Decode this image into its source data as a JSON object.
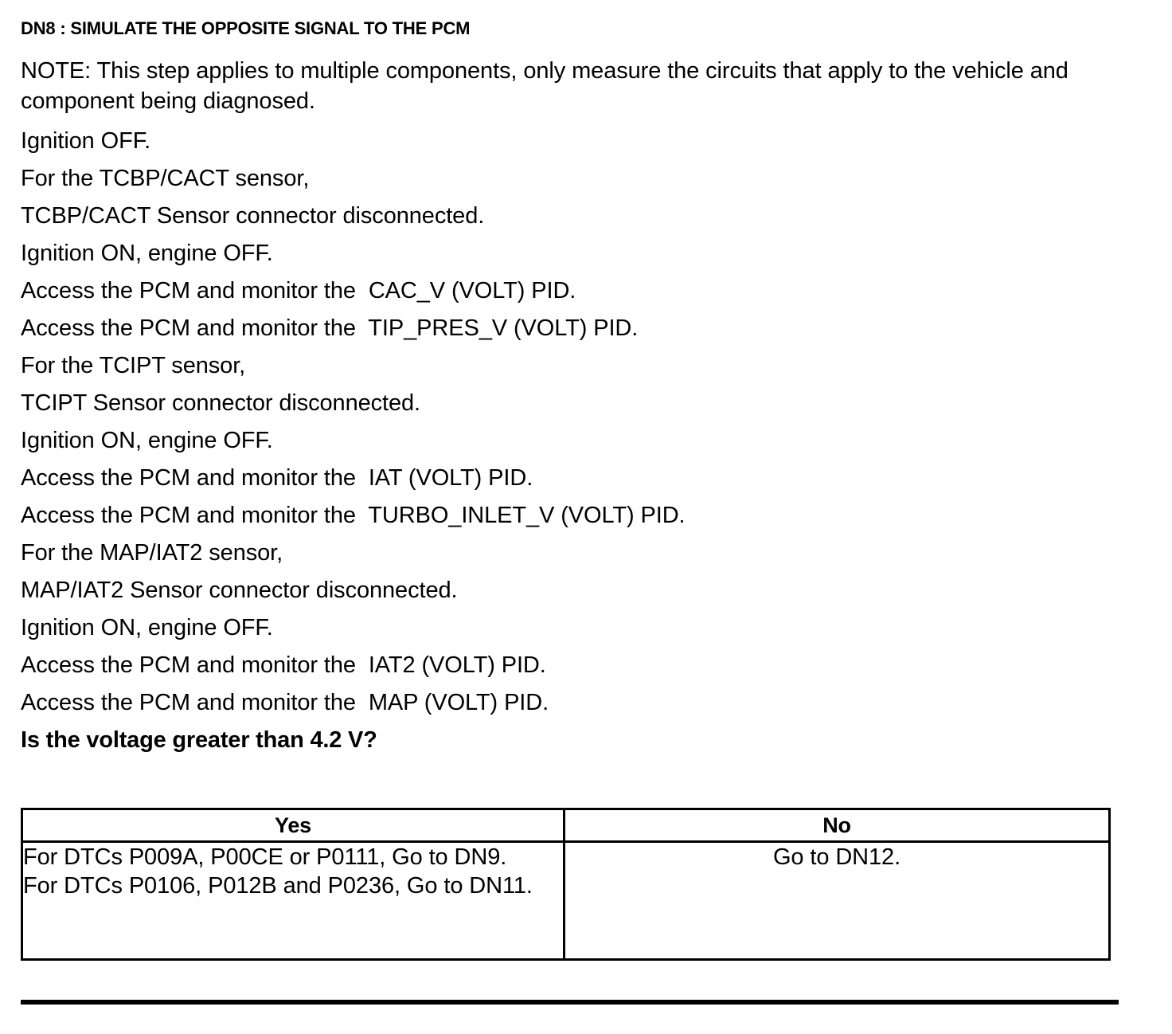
{
  "document": {
    "step_heading": "DN8 : SIMULATE THE OPPOSITE SIGNAL TO THE PCM",
    "note": "NOTE: This step applies to multiple components, only measure the circuits that apply to the vehicle and component being diagnosed.",
    "steps": [
      "Ignition OFF.",
      "For the TCBP/CACT sensor,",
      "TCBP/CACT Sensor connector disconnected.",
      "Ignition ON, engine OFF.",
      "Access the PCM and monitor the  CAC_V (VOLT) PID.",
      "Access the PCM and monitor the  TIP_PRES_V (VOLT) PID.",
      "For the TCIPT sensor,",
      "TCIPT Sensor connector disconnected.",
      "Ignition ON, engine OFF.",
      "Access the PCM and monitor the  IAT (VOLT) PID.",
      "Access the PCM and monitor the  TURBO_INLET_V (VOLT) PID.",
      "For the MAP/IAT2 sensor,",
      "MAP/IAT2 Sensor connector disconnected.",
      "Ignition ON, engine OFF.",
      "Access the PCM and monitor the  IAT2 (VOLT) PID.",
      "Access the PCM and monitor the  MAP (VOLT) PID."
    ],
    "question": "Is the voltage greater than 4.2 V?",
    "decision_table": {
      "headers": [
        "Yes",
        "No"
      ],
      "rows": [
        {
          "yes": "For DTCs P009A, P00CE or P0111, Go to DN9.\nFor DTCs P0106, P012B and P0236, Go to DN11.",
          "no": "Go to DN12."
        }
      ]
    }
  }
}
